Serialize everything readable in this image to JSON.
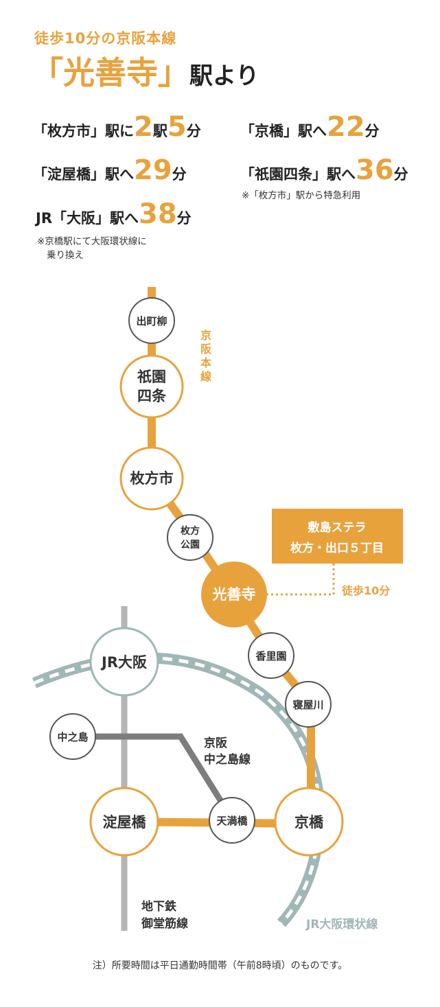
{
  "header": {
    "subtitle": "徒歩10分の京阪本線",
    "station_bracket": "「光善寺」",
    "station_suffix": "駅より"
  },
  "times": [
    {
      "pre": "「枚方市」駅に",
      "n1": "2",
      "mid": "駅",
      "n2": "5",
      "post": "分"
    },
    {
      "pre": "「京橋」駅へ",
      "n1": "22",
      "post": "分"
    },
    {
      "pre": "「淀屋橋」駅へ",
      "n1": "29",
      "post": "分"
    },
    {
      "pre": "「祇園四条」駅へ",
      "n1": "36",
      "post": "分"
    },
    {
      "pre": "JR「大阪」駅へ",
      "n1": "38",
      "post": "分"
    }
  ],
  "notes": {
    "gion": "※「枚方市」駅から特急利用",
    "osaka_1": "※京橋駅にて大阪環状線に",
    "osaka_2": "乗り換え"
  },
  "map": {
    "stations": {
      "demachiyanagi": "出町柳",
      "gion_1": "祇園",
      "gion_2": "四条",
      "hirakatashi": "枚方市",
      "hirakatakoen_1": "枚方",
      "hirakatakoen_2": "公園",
      "kozenji": "光善寺",
      "korien": "香里園",
      "neyagawa": "寝屋川",
      "jr_osaka": "JR大阪",
      "nakanoshima": "中之島",
      "yodoyabashi": "淀屋橋",
      "tenmabashi": "天満橋",
      "kyobashi": "京橋"
    },
    "lines": {
      "keihan_main": "京阪本線",
      "nakanoshima_1": "京阪",
      "nakanoshima_2": "中之島線",
      "midosuji_1": "地下鉄",
      "midosuji_2": "御堂筋線",
      "loop": "JR大阪環状線"
    },
    "building_1": "敷島ステラ",
    "building_2": "枚方・出口５丁目",
    "walk": "徒歩10分"
  },
  "footnote": "注）所要時間は平日通勤時間帯（午前8時頃）のものです。",
  "colors": {
    "accent": "#e8a23c",
    "loop": "#9fb7b6",
    "station_border": "#555555",
    "subway": "#b5b5b5",
    "nakanoshima_line": "#7d7d7d"
  }
}
